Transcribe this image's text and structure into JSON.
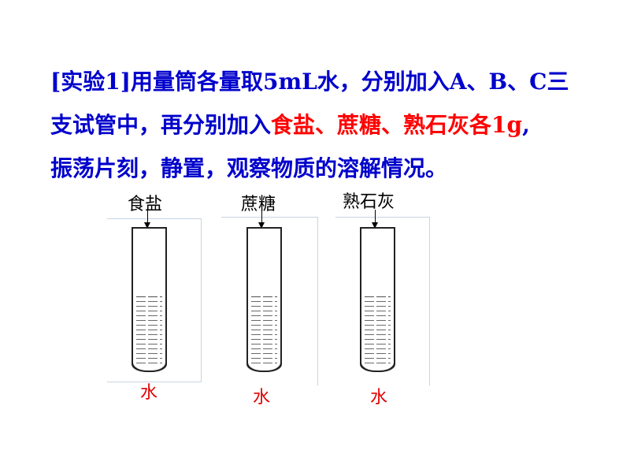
{
  "text": {
    "line1": "[实验1]用量筒各量取5mL水，分别加入A、B、C三",
    "line2_a": "支试管中，再分别加入",
    "line2_b": "食盐、蔗糖、熟石灰各1g",
    "line2_c": ",",
    "line3": "振荡片刻，静置，观察物质的溶解情况。"
  },
  "tubes": [
    {
      "substance": "食盐",
      "liquid": "水"
    },
    {
      "substance": "蔗糖",
      "liquid": "水"
    },
    {
      "substance": "熟石灰",
      "liquid": "水"
    }
  ],
  "colors": {
    "text": "#0000cc",
    "highlight": "#ff0000"
  }
}
